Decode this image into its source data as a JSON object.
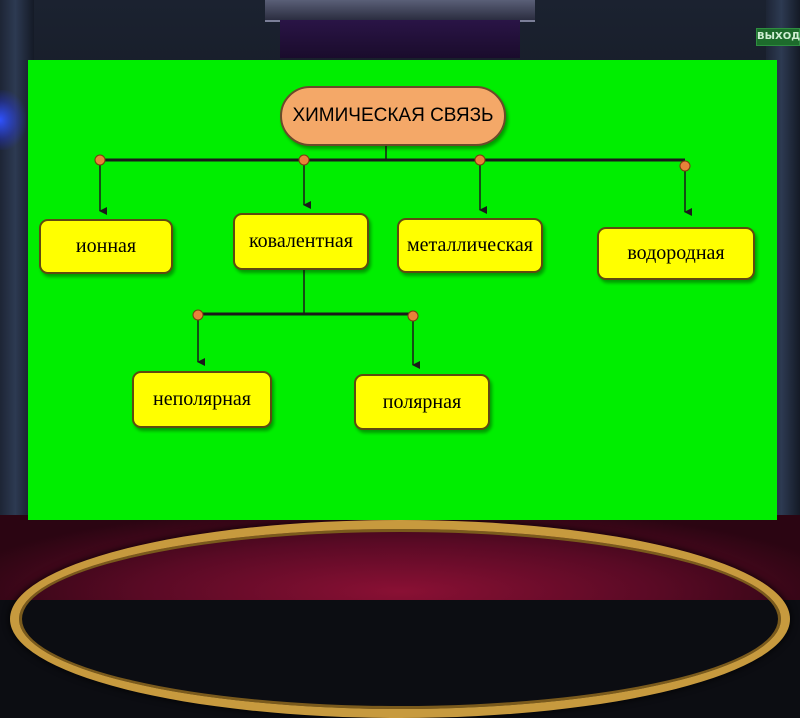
{
  "root": {
    "label": "ХИМИЧЕСКАЯ СВЯЗЬ"
  },
  "types": [
    {
      "label": "ионная"
    },
    {
      "label": "ковалентная"
    },
    {
      "label": "металлическая"
    },
    {
      "label": "водородная"
    }
  ],
  "covalent_subtypes": [
    {
      "label": "неполярная"
    },
    {
      "label": "полярная"
    }
  ],
  "exit_sign": "ВЫХОД",
  "colors": {
    "slide_background": "#00ee00",
    "box_fill": "#ffff00",
    "root_fill": "#f4a868",
    "connector_dot": "#e8823a"
  }
}
